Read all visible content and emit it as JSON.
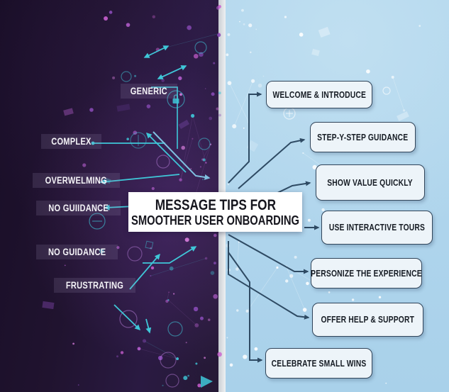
{
  "infographic": {
    "title_line1": "MESSAGE TIPS FOR",
    "title_line2": "SMOOTHER USER ONBOARDING",
    "pain_points": [
      "GENERIC",
      "COMPLEX",
      "OVERWELMING",
      "NO GUIIDANCE",
      "NO GUIDANCE",
      "FRUSTRATING"
    ],
    "tips": [
      "WELCOME & INTRODUCE",
      "STEP-Y-STEP GUIDANCE",
      "SHOW VALUE QUICKLY",
      "USE INTERACTIVE TOURS",
      "PERSONIZE THE EXPERIENCE",
      "OFFER HELP & SUPPORT",
      "CELEBRATE SMALL WINS"
    ],
    "colors": {
      "left_background": "#20132f",
      "right_background": "#aed4ec",
      "divider": "#e2e5e8",
      "tip_box_fill": "#edf4f9",
      "tip_box_border": "#31455a",
      "tip_text": "#161c24",
      "title_card_fill": "#ffffff",
      "title_text": "#15151d",
      "pain_text": "#f4f3f7",
      "arrow_navy": "#2e4a63",
      "arrow_cyan": "#3fc7d8",
      "network_purple": "#b75fd0",
      "network_white": "#ffffff"
    }
  }
}
